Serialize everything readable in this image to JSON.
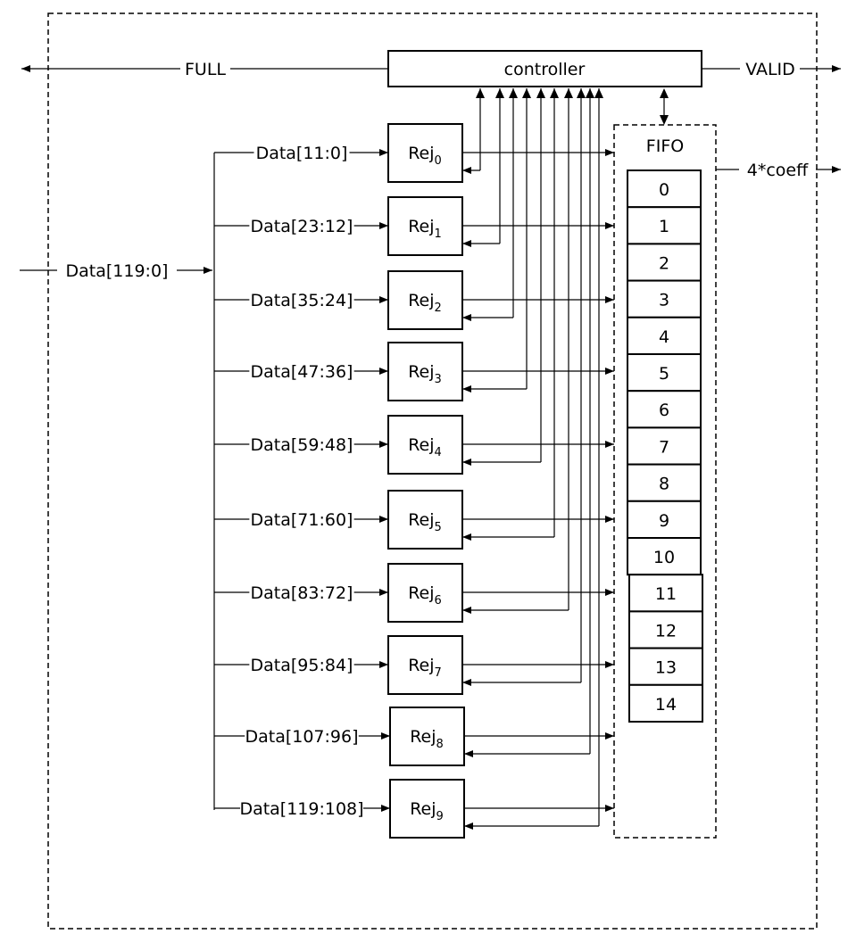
{
  "diagram": {
    "controller_label": "controller",
    "fifo_label": "FIFO",
    "signals": {
      "full": "FULL",
      "valid": "VALID",
      "coeff": "4*coeff",
      "input": "Data[119:0]"
    },
    "rejectors": [
      {
        "name": "Rej",
        "index": "0",
        "input": "Data[11:0]"
      },
      {
        "name": "Rej",
        "index": "1",
        "input": "Data[23:12]"
      },
      {
        "name": "Rej",
        "index": "2",
        "input": "Data[35:24]"
      },
      {
        "name": "Rej",
        "index": "3",
        "input": "Data[47:36]"
      },
      {
        "name": "Rej",
        "index": "4",
        "input": "Data[59:48]"
      },
      {
        "name": "Rej",
        "index": "5",
        "input": "Data[71:60]"
      },
      {
        "name": "Rej",
        "index": "6",
        "input": "Data[83:72]"
      },
      {
        "name": "Rej",
        "index": "7",
        "input": "Data[95:84]"
      },
      {
        "name": "Rej",
        "index": "8",
        "input": "Data[107:96]"
      },
      {
        "name": "Rej",
        "index": "9",
        "input": "Data[119:108]"
      }
    ],
    "fifo_slots": [
      "0",
      "1",
      "2",
      "3",
      "4",
      "5",
      "6",
      "7",
      "8",
      "9",
      "10",
      "11",
      "12",
      "13",
      "14"
    ]
  }
}
